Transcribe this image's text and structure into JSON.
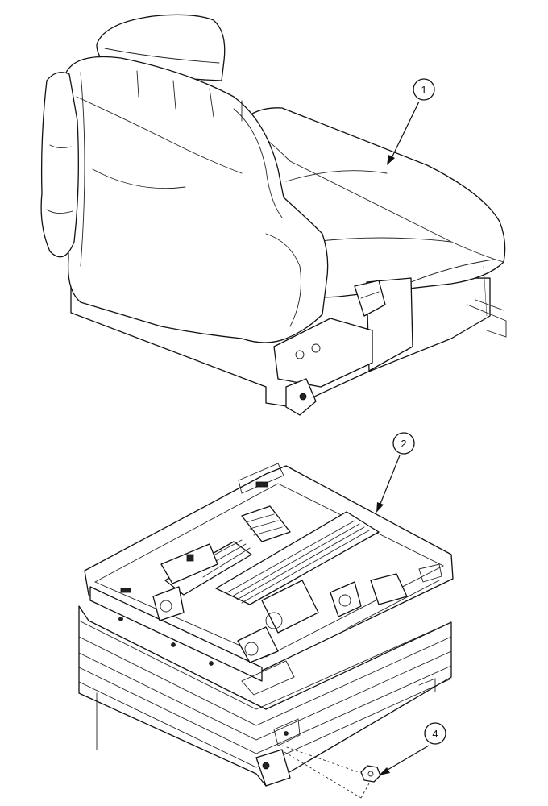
{
  "callouts": [
    {
      "id": "callout-1",
      "number": "1"
    },
    {
      "id": "callout-2",
      "number": "2"
    },
    {
      "id": "callout-4",
      "number": "4"
    }
  ]
}
